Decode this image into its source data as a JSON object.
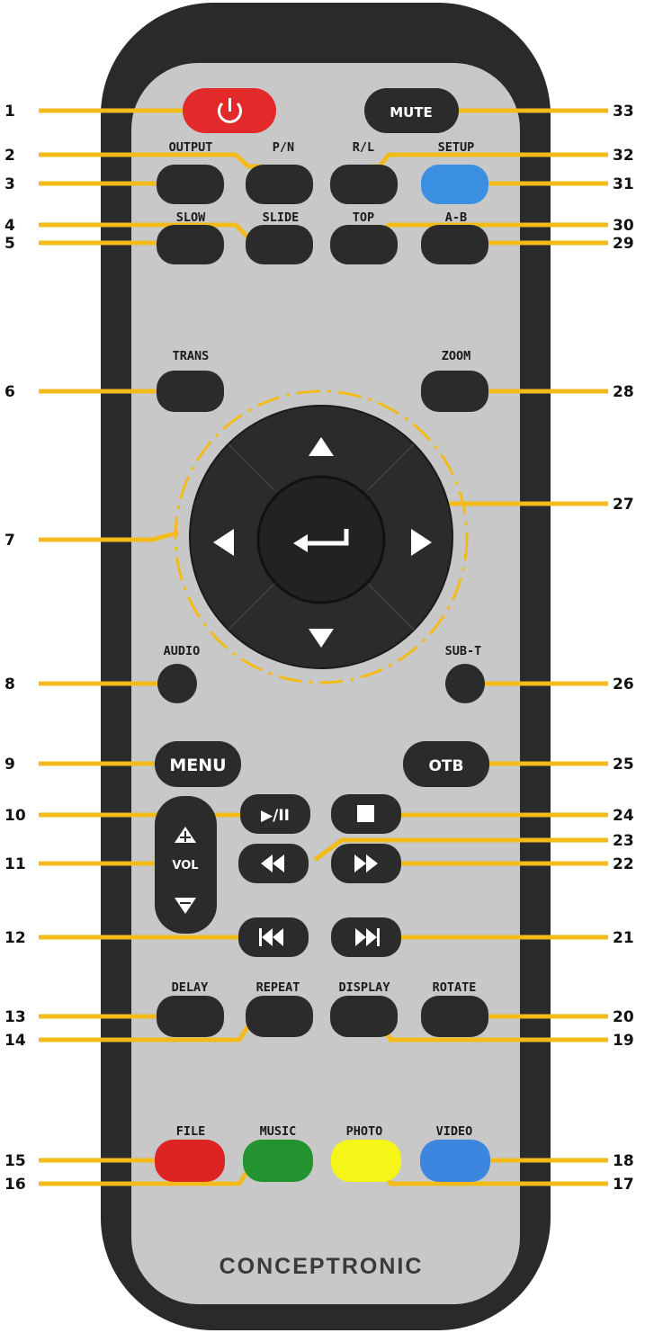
{
  "colors": {
    "body_outer": "#2a2a2a",
    "body_panel": "#c8c8c8",
    "button": "#2b2b2b",
    "leader": "#f2bb1a",
    "power": "#e32a2a",
    "setup": "#3b8fe0",
    "file": "#de2323",
    "music": "#22932e",
    "photo": "#f5f518",
    "video": "#3d86df"
  },
  "callouts": [
    {
      "n": "1"
    },
    {
      "n": "2"
    },
    {
      "n": "3"
    },
    {
      "n": "4"
    },
    {
      "n": "5"
    },
    {
      "n": "6"
    },
    {
      "n": "7"
    },
    {
      "n": "8"
    },
    {
      "n": "9"
    },
    {
      "n": "10"
    },
    {
      "n": "11"
    },
    {
      "n": "12"
    },
    {
      "n": "13"
    },
    {
      "n": "14"
    },
    {
      "n": "15"
    },
    {
      "n": "16"
    },
    {
      "n": "17"
    },
    {
      "n": "18"
    },
    {
      "n": "19"
    },
    {
      "n": "20"
    },
    {
      "n": "21"
    },
    {
      "n": "22"
    },
    {
      "n": "23"
    },
    {
      "n": "24"
    },
    {
      "n": "25"
    },
    {
      "n": "26"
    },
    {
      "n": "27"
    },
    {
      "n": "28"
    },
    {
      "n": "29"
    },
    {
      "n": "30"
    },
    {
      "n": "31"
    },
    {
      "n": "32"
    },
    {
      "n": "33"
    }
  ],
  "labels": {
    "output": "OUTPUT",
    "pn": "P/N",
    "rl": "R/L",
    "setup": "SETUP",
    "slow": "SLOW",
    "slide": "SLIDE",
    "top": "TOP",
    "ab": "A-B",
    "trans": "TRANS",
    "zoom": "ZOOM",
    "audio": "AUDIO",
    "subt": "SUB-T",
    "delay": "DELAY",
    "repeat": "REPEAT",
    "display": "DISPLAY",
    "rotate": "ROTATE",
    "file": "FILE",
    "music": "MUSIC",
    "photo": "PHOTO",
    "video": "VIDEO"
  },
  "buttons": {
    "mute": "MUTE",
    "menu": "MENU",
    "otb": "OTB",
    "play_pause": "▶/II",
    "vol": "VOL"
  },
  "icons": {
    "power": "power-icon",
    "enter": "enter-arrow-icon",
    "stop": "stop-icon",
    "rewind": "rewind-icon",
    "fast_forward": "fast-forward-icon",
    "previous": "skip-previous-icon",
    "next": "skip-next-icon"
  },
  "brand": "CONCEPTRONIC"
}
